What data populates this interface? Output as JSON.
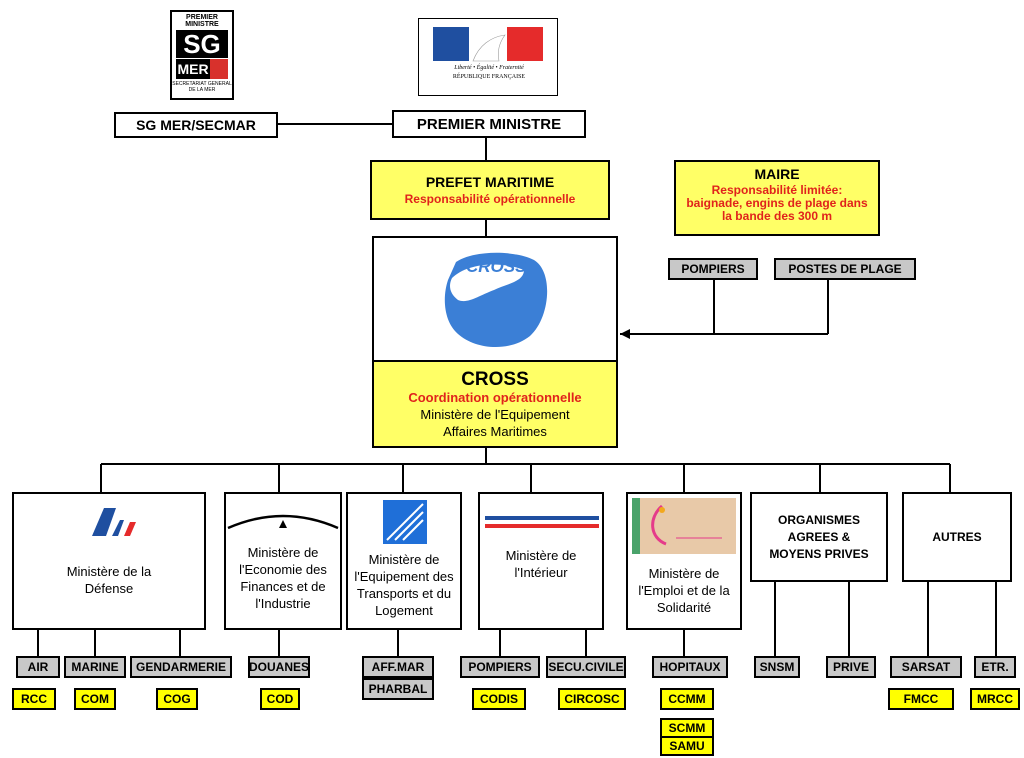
{
  "top": {
    "sg_logo_text": [
      "PREMIER MINISTRE",
      "SG",
      "MER",
      "SECRETARIAT GENERAL DE LA MER"
    ],
    "rf_logo_text": [
      "Liberté • Égalité • Fraternité",
      "RÉPUBLIQUE FRANÇAISE"
    ],
    "sg_mer": "SG MER/SECMAR",
    "premier_ministre": "PREMIER MINISTRE"
  },
  "prefet": {
    "title": "PREFET MARITIME",
    "subtitle": "Responsabilité opérationnelle"
  },
  "maire": {
    "title": "MAIRE",
    "subtitle": "Responsabilité limitée: baignade, engins de plage dans la bande des 300 m",
    "pompiers": "POMPIERS",
    "postes": "POSTES DE PLAGE"
  },
  "cross": {
    "logo_text": "CROSS",
    "title": "CROSS",
    "subtitle": "Coordination opérationnelle",
    "line1": "Ministère de l'Equipement",
    "line2": "Affaires Maritimes"
  },
  "ministries": [
    {
      "label": "Ministère de la Défense"
    },
    {
      "label": "Ministère de l'Economie des Finances et de l'Industrie"
    },
    {
      "label": "Ministère de l'Equipement des Transports et du Logement"
    },
    {
      "label": "Ministère de l'Intérieur"
    },
    {
      "label": "Ministère de l'Emploi et de la Solidarité"
    },
    {
      "label": "ORGANISMES AGREES & MOYENS PRIVES"
    },
    {
      "label": "AUTRES"
    }
  ],
  "bottom": {
    "air": "AIR",
    "marine": "MARINE",
    "gendarmerie": "GENDARMERIE",
    "douanes": "DOUANES",
    "affmar": "AFF.MAR",
    "pharbal": "PHARBAL",
    "pompiers": "POMPIERS",
    "secu": "SECU.CIVILE",
    "hopitaux": "HOPITAUX",
    "snsm": "SNSM",
    "prive": "PRIVE",
    "sarsat": "SARSAT",
    "etr": "ETR.",
    "rcc": "RCC",
    "com": "COM",
    "cog": "COG",
    "cod": "COD",
    "codis": "CODIS",
    "circosc": "CIRCOSC",
    "ccmm": "CCMM",
    "scmm": "SCMM",
    "samu": "SAMU",
    "fmcc": "FMCC",
    "mrcc": "MRCC"
  },
  "colors": {
    "yellow_box": "#ffff66",
    "tag_yellow": "#ffff00",
    "grey_box": "#c8c8c8",
    "red_text": "#e0231c",
    "cross_blue": "#3b7fd6"
  }
}
